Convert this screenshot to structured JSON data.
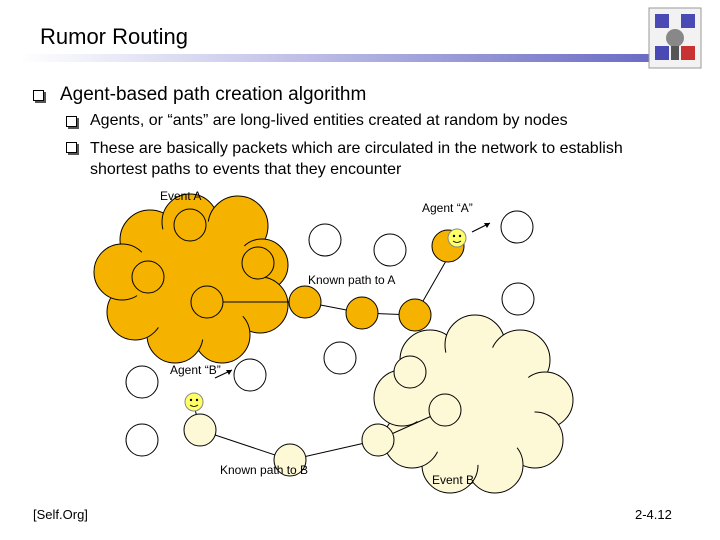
{
  "slide": {
    "title": "Rumor Routing",
    "bullets": {
      "main": "Agent-based path creation algorithm",
      "sub1": "Agents, or “ants” are long-lived entities created at random by nodes",
      "sub2": "These are basically packets which are circulated in the network to establish shortest paths to events that they encounter"
    },
    "footer_left": "[Self.Org]",
    "footer_right": "2-4.12"
  },
  "diagram": {
    "event_a": "Event A",
    "agent_a": "Agent “A”",
    "known_path_a": "Known path to A",
    "agent_b": "Agent “B”",
    "known_path_b": "Known path to B",
    "event_b": "Event B",
    "colors": {
      "event_a_fill": "#f5b300",
      "event_b_fill": "#fdf8d6",
      "node_outline": "#000000",
      "agent_face": "#ffff66"
    }
  }
}
